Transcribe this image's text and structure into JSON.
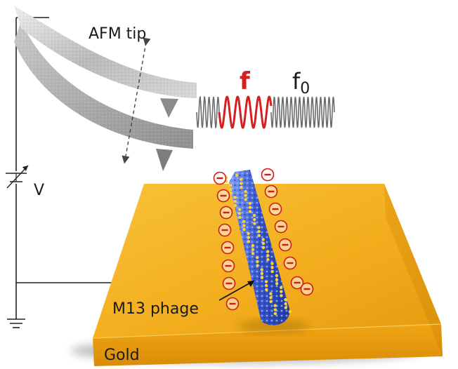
{
  "labels": {
    "afm_tip": "AFM tip",
    "freq_f": "f",
    "freq_f0_base": "f",
    "freq_f0_sub": "0",
    "voltage": "V",
    "phage": "M13 phage",
    "gold": "Gold"
  },
  "charge_symbol": "−",
  "colors": {
    "gold": "#f2ad1d",
    "signal_highlight": "#d42020",
    "signal_base": "#6b6b6b",
    "phage_body": "#3a5fd0",
    "charge": "#cc1c1c",
    "wire": "#222222"
  }
}
